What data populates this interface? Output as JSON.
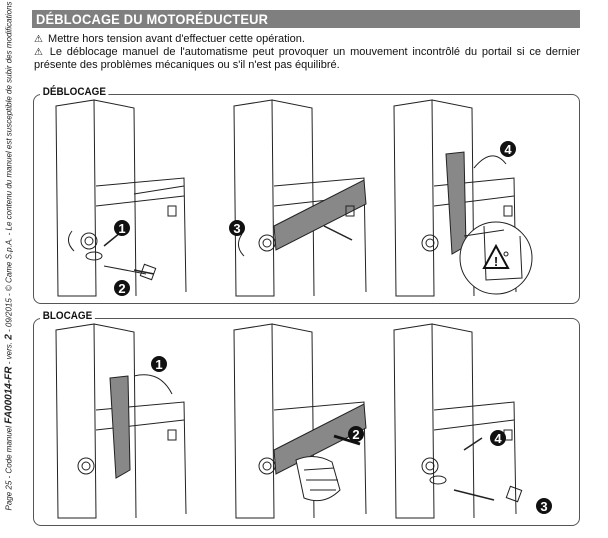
{
  "header": {
    "title": "DÉBLOCAGE DU MOTORÉDUCTEUR"
  },
  "warnings": {
    "line1": "Mettre hors tension avant d'effectuer cette opération.",
    "line2": "Le déblocage manuel de l'automatisme peut provoquer un mouvement incontrôlé du portail si ce dernier présente des problèmes mécaniques ou s'il n'est pas équilibré.",
    "symbol": "⚠"
  },
  "sections": {
    "deblocage": {
      "label": "DÉBLOCAGE",
      "steps": [
        "1",
        "2",
        "3",
        "4"
      ]
    },
    "blocage": {
      "label": "BLOCAGE",
      "steps": [
        "1",
        "2",
        "3",
        "4"
      ]
    }
  },
  "sidebar": {
    "page": "Page 25",
    "manual_prefix": "- Code manuel",
    "manual_code": "FA00014-FR",
    "version_prefix": "- vers.",
    "version": "2",
    "rest": "- 09/2015 - © Came S.p.A. - Le contenu du manuel est susceptible de subir des modifications à tout moment sans préavis."
  },
  "colors": {
    "header_bg": "#7f7f7f",
    "outline": "#555555"
  }
}
